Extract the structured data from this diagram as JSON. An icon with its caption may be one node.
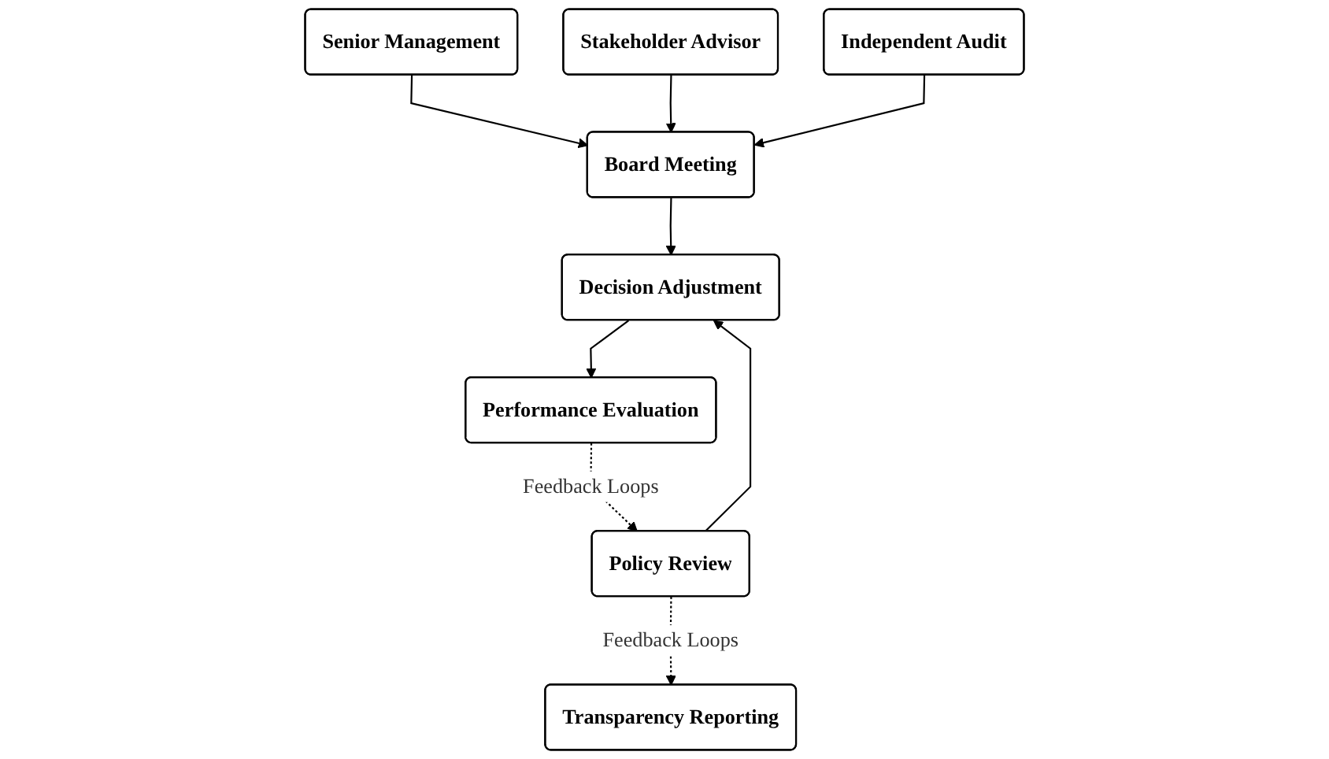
{
  "diagram": {
    "nodes": [
      {
        "text": [
          "Senior Management"
        ]
      },
      {
        "text": [
          "Stakeholder Advisor"
        ]
      },
      {
        "text": [
          "Independent Audit"
        ]
      },
      {
        "text": [
          "Board Meeting"
        ]
      },
      {
        "text": [
          "Transparency Reporting"
        ]
      },
      {
        "text": [
          "Policy Review"
        ]
      },
      {
        "text": [
          "Decision Adjustment"
        ]
      },
      {
        "text": [
          "Performance Evaluation"
        ]
      }
    ],
    "edges": [
      {
        "from": 0,
        "to": 3,
        "arrow": "to"
      },
      {
        "from": 1,
        "to": 3,
        "arrow": "to"
      },
      {
        "from": 2,
        "to": 3,
        "arrow": "to"
      },
      {
        "from": 3,
        "to": 6,
        "arrow": "to"
      },
      {
        "from": 5,
        "to": 6,
        "arrow": "to"
      },
      {
        "from": 6,
        "to": 7,
        "arrow": "to"
      },
      {
        "from": 5,
        "to": 4,
        "arrow": "to",
        "style": "dashed",
        "label": "Feedback Loops"
      },
      {
        "from": 7,
        "to": 5,
        "arrow": "to",
        "style": "dashed",
        "label": "Feedback Loops"
      }
    ]
  }
}
